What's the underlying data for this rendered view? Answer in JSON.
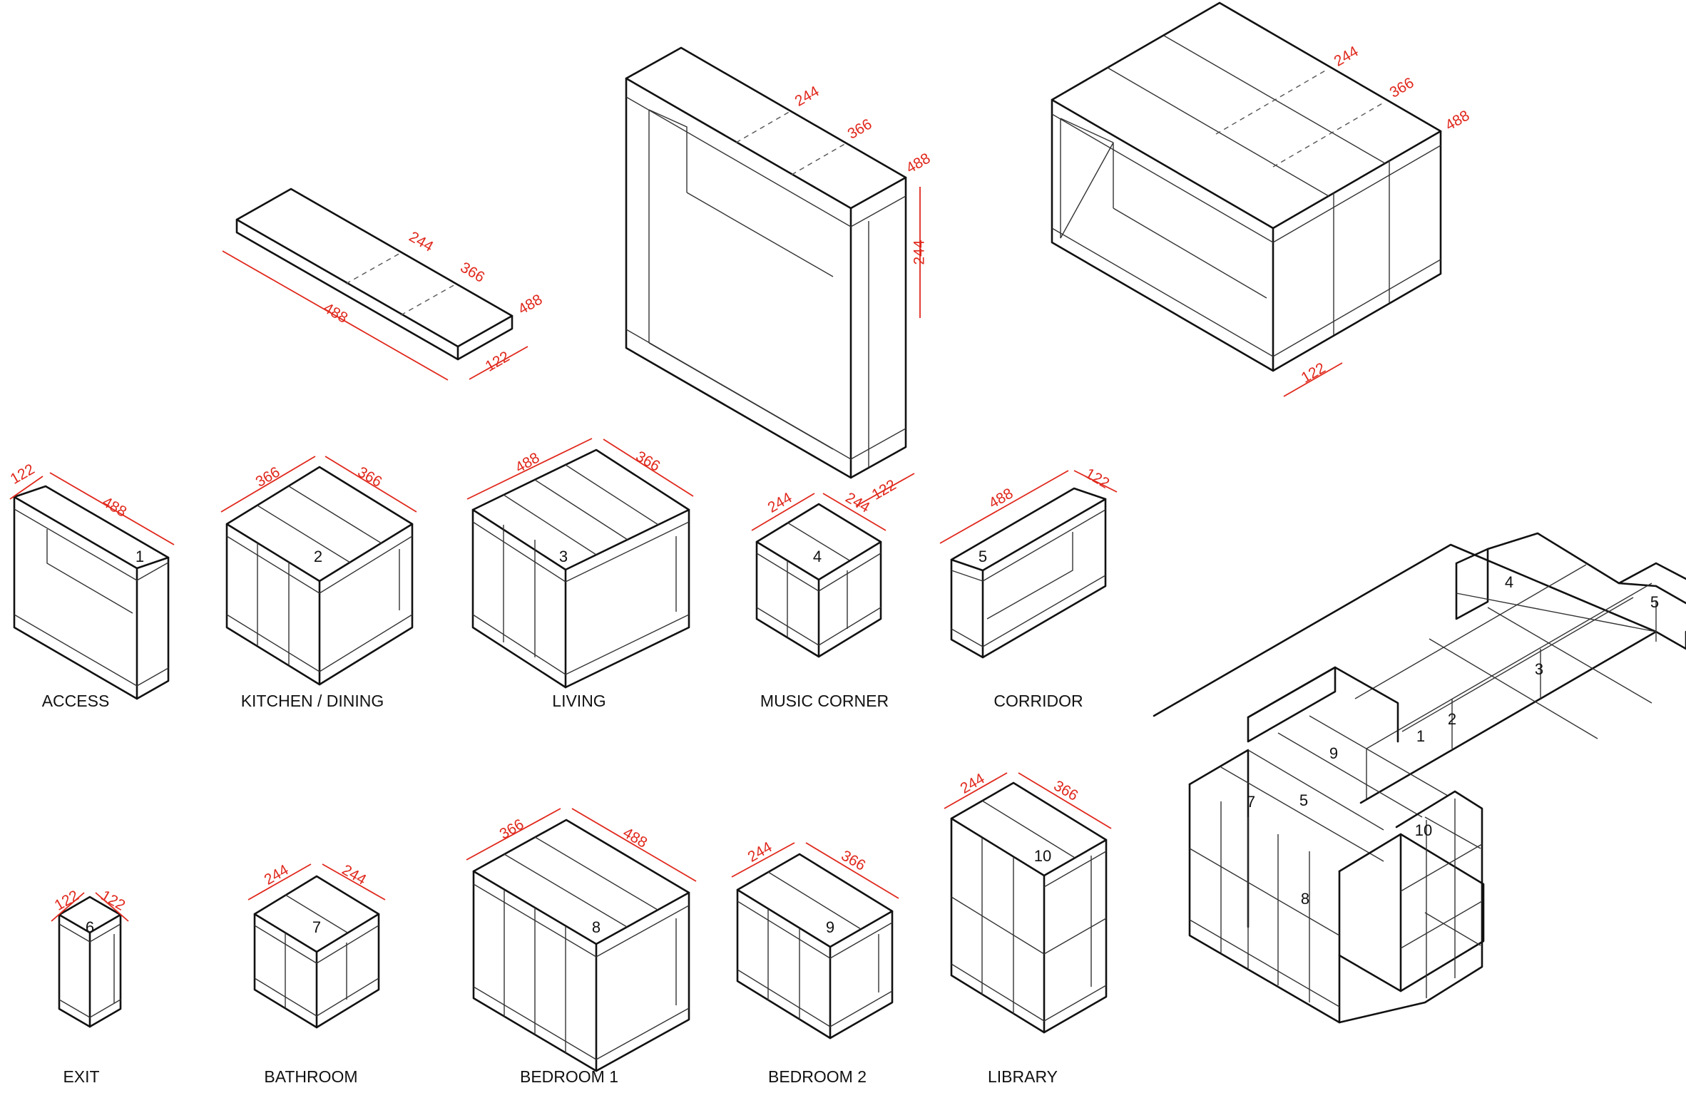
{
  "colors": {
    "line": "#111111",
    "dimension": "#e0281c",
    "background": "#ffffff"
  },
  "panels": [
    {
      "dims": [
        "244",
        "366",
        "488",
        "488",
        "122"
      ]
    },
    {
      "dims": [
        "244",
        "366",
        "488",
        "244",
        "122"
      ]
    },
    {
      "dims": [
        "244",
        "366",
        "488",
        "122"
      ]
    }
  ],
  "modules": [
    {
      "number": "1",
      "label": "ACCESS",
      "dims": [
        "122",
        "488"
      ]
    },
    {
      "number": "2",
      "label": "KITCHEN / DINING",
      "dims": [
        "366",
        "366"
      ]
    },
    {
      "number": "3",
      "label": "LIVING",
      "dims": [
        "488",
        "366"
      ]
    },
    {
      "number": "4",
      "label": "MUSIC CORNER",
      "dims": [
        "244",
        "244"
      ]
    },
    {
      "number": "5",
      "label": "CORRIDOR",
      "dims": [
        "488",
        "122"
      ]
    },
    {
      "number": "6",
      "label": "EXIT",
      "dims": [
        "122",
        "122"
      ]
    },
    {
      "number": "7",
      "label": "BATHROOM",
      "dims": [
        "244",
        "244"
      ]
    },
    {
      "number": "8",
      "label": "BEDROOM 1",
      "dims": [
        "366",
        "488"
      ]
    },
    {
      "number": "9",
      "label": "BEDROOM 2",
      "dims": [
        "244",
        "366"
      ]
    },
    {
      "number": "10",
      "label": "LIBRARY",
      "dims": [
        "244",
        "366"
      ]
    }
  ],
  "assembly": {
    "numbers": [
      "4",
      "5",
      "3",
      "2",
      "1",
      "9",
      "7",
      "5",
      "10",
      "8"
    ]
  }
}
